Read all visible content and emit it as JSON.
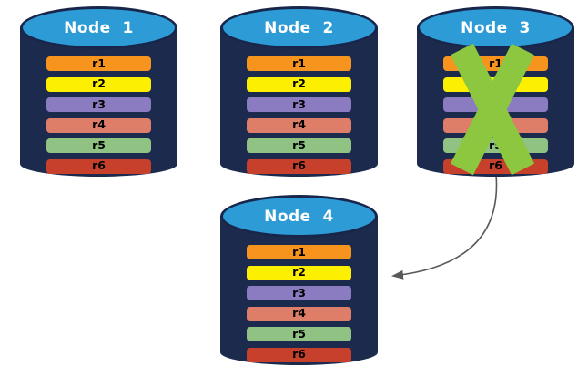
{
  "colors": {
    "canvas_bg": "#ffffff",
    "cylinder_body": "#1c2b4d",
    "cylinder_top": "#2d9bd6",
    "cylinder_top_border": "#17264a",
    "title_text": "#ffffff",
    "row_text": "#000000",
    "failure_cross": "#8dc63f",
    "arrow": "#595959"
  },
  "connector": {
    "from_node": "Node 3",
    "to_node": "Node 4"
  },
  "nodes": [
    {
      "title": "Node  1",
      "failed": false,
      "rows": [
        {
          "label": "r1",
          "color": "#f7941e"
        },
        {
          "label": "r2",
          "color": "#fcf000"
        },
        {
          "label": "r3",
          "color": "#8b7cc2"
        },
        {
          "label": "r4",
          "color": "#de7e68"
        },
        {
          "label": "r5",
          "color": "#90c383"
        },
        {
          "label": "r6",
          "color": "#c6402c"
        }
      ]
    },
    {
      "title": "Node  2",
      "failed": false,
      "rows": [
        {
          "label": "r1",
          "color": "#f7941e"
        },
        {
          "label": "r2",
          "color": "#fcf000"
        },
        {
          "label": "r3",
          "color": "#8b7cc2"
        },
        {
          "label": "r4",
          "color": "#de7e68"
        },
        {
          "label": "r5",
          "color": "#90c383"
        },
        {
          "label": "r6",
          "color": "#c6402c"
        }
      ]
    },
    {
      "title": "Node  3",
      "failed": true,
      "rows": [
        {
          "label": "r1",
          "color": "#f7941e"
        },
        {
          "label": "r2",
          "color": "#fcf000"
        },
        {
          "label": "r3",
          "color": "#8b7cc2"
        },
        {
          "label": "r4",
          "color": "#de7e68"
        },
        {
          "label": "r5",
          "color": "#90c383"
        },
        {
          "label": "r6",
          "color": "#c6402c"
        }
      ]
    },
    {
      "title": "Node  4",
      "failed": false,
      "rows": [
        {
          "label": "r1",
          "color": "#f7941e"
        },
        {
          "label": "r2",
          "color": "#fcf000"
        },
        {
          "label": "r3",
          "color": "#8b7cc2"
        },
        {
          "label": "r4",
          "color": "#de7e68"
        },
        {
          "label": "r5",
          "color": "#90c383"
        },
        {
          "label": "r6",
          "color": "#c6402c"
        }
      ]
    }
  ]
}
